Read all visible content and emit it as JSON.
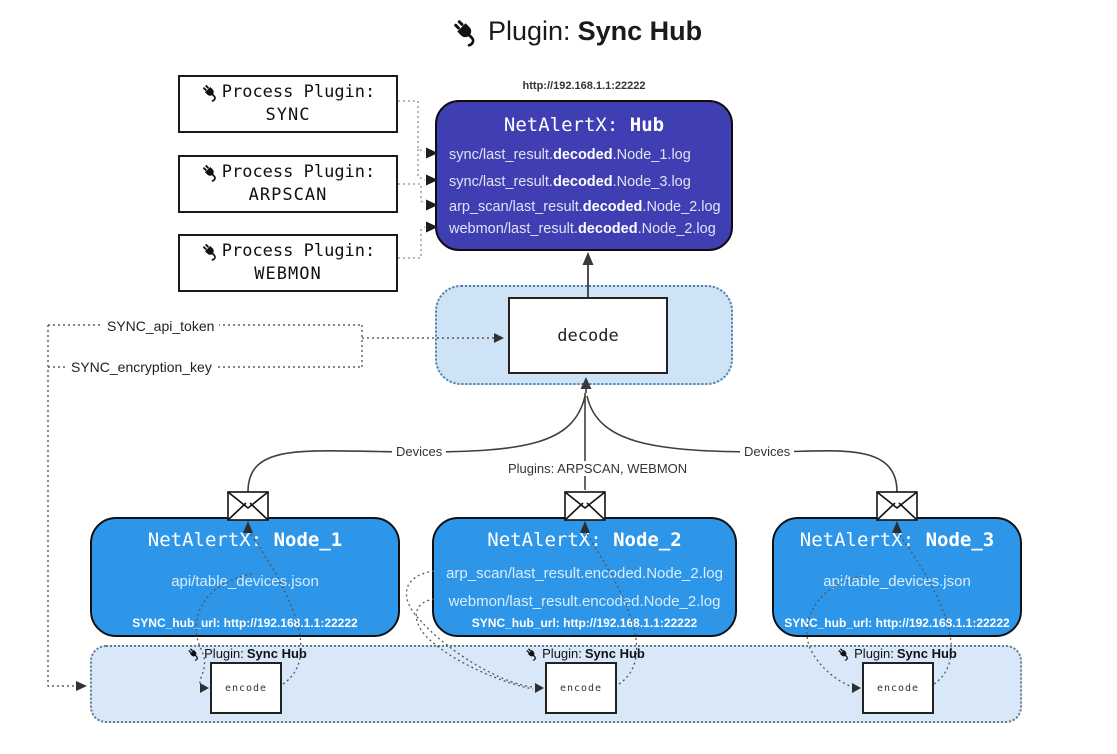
{
  "title": {
    "label": "Plugin:",
    "label_bold": "Sync Hub"
  },
  "hub": {
    "url": "http://192.168.1.1:22222",
    "name": "NetAlertX:",
    "name_bold": "Hub",
    "files": [
      {
        "pre": "sync/last_result.",
        "mid": "decoded",
        "post": ".Node_1.log"
      },
      {
        "pre": "sync/last_result.",
        "mid": "decoded",
        "post": ".Node_3.log"
      },
      {
        "pre": "arp_scan/last_result.",
        "mid": "decoded",
        "post": ".Node_2.log"
      },
      {
        "pre": "webmon/last_result.",
        "mid": "decoded",
        "post": ".Node_2.log"
      }
    ]
  },
  "process_plugins": [
    {
      "label": "Process Plugin:",
      "name": "SYNC"
    },
    {
      "label": "Process Plugin:",
      "name": "ARPSCAN"
    },
    {
      "label": "Process Plugin:",
      "name": "WEBMON"
    }
  ],
  "decode": {
    "label": "decode"
  },
  "config": {
    "api_token": "SYNC_api_token",
    "encryption_key": "SYNC_encryption_key"
  },
  "connections": {
    "devices_left": "Devices",
    "devices_right": "Devices",
    "plugins_center": "Plugins: ARPSCAN, WEBMON"
  },
  "nodes": [
    {
      "name": "NetAlertX:",
      "name_bold": "Node_1",
      "files": [
        "api/table_devices.json"
      ],
      "hub_url": "SYNC_hub_url: http://192.168.1.1:22222"
    },
    {
      "name": "NetAlertX:",
      "name_bold": "Node_2",
      "files": [
        "arp_scan/last_result.encoded.Node_2.log",
        "webmon/last_result.encoded.Node_2.log"
      ],
      "hub_url": "SYNC_hub_url: http://192.168.1.1:22222"
    },
    {
      "name": "NetAlertX:",
      "name_bold": "Node_3",
      "files": [
        "api/table_devices.json"
      ],
      "hub_url": "SYNC_hub_url: http://192.168.1.1:22222"
    }
  ],
  "encoders": [
    {
      "label": "Plugin:",
      "label_bold": "Sync Hub",
      "box": "encode"
    },
    {
      "label": "Plugin:",
      "label_bold": "Sync Hub",
      "box": "encode"
    },
    {
      "label": "Plugin:",
      "label_bold": "Sync Hub",
      "box": "encode"
    }
  ],
  "colors": {
    "hub_fill": "#3f3eb3",
    "node_fill": "#2e96e8",
    "band_fill": "#d8e8f8",
    "decode_fill": "#cfe3f7"
  }
}
